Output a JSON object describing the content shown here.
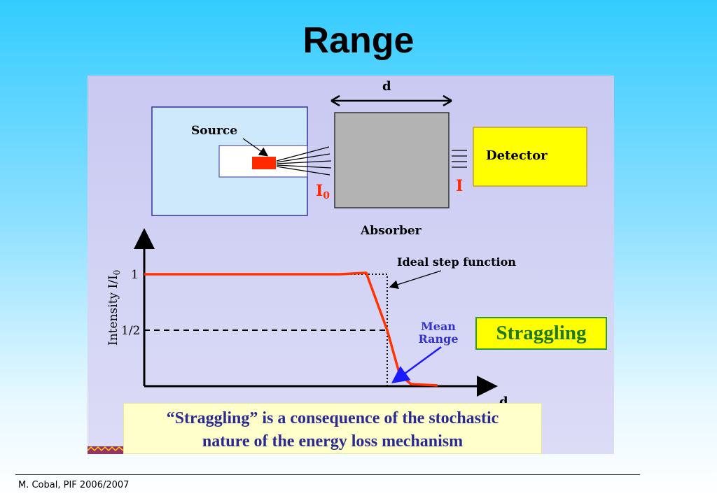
{
  "slide": {
    "title": "Range"
  },
  "diagram": {
    "d_label": "d",
    "source_label": "Source",
    "detector_label": "Detector",
    "absorber_label": "Absorber",
    "i0_label": "I",
    "i0_sub": "0",
    "i_label": "I",
    "colors": {
      "source": "#ff2a00",
      "detector": "#ffff00",
      "absorber": "#b3b3b3",
      "curve": "#ff3300",
      "arrow_blue": "#1a1aff"
    }
  },
  "plot": {
    "ylabel_main": "Intensity I/I",
    "ylabel_sub": "0",
    "tick_1": "1",
    "tick_half": "1/2",
    "xlabel": "d",
    "ideal_label": "Ideal step function",
    "mean_label_1": "Mean",
    "mean_label_2": "Range"
  },
  "straggling_label": "Straggling",
  "caption": {
    "line1": "“Straggling” is a consequence of the stochastic",
    "line2": "nature of the energy loss mechanism"
  },
  "footer": {
    "text": "M. Cobal, PIF 2006/2007"
  }
}
